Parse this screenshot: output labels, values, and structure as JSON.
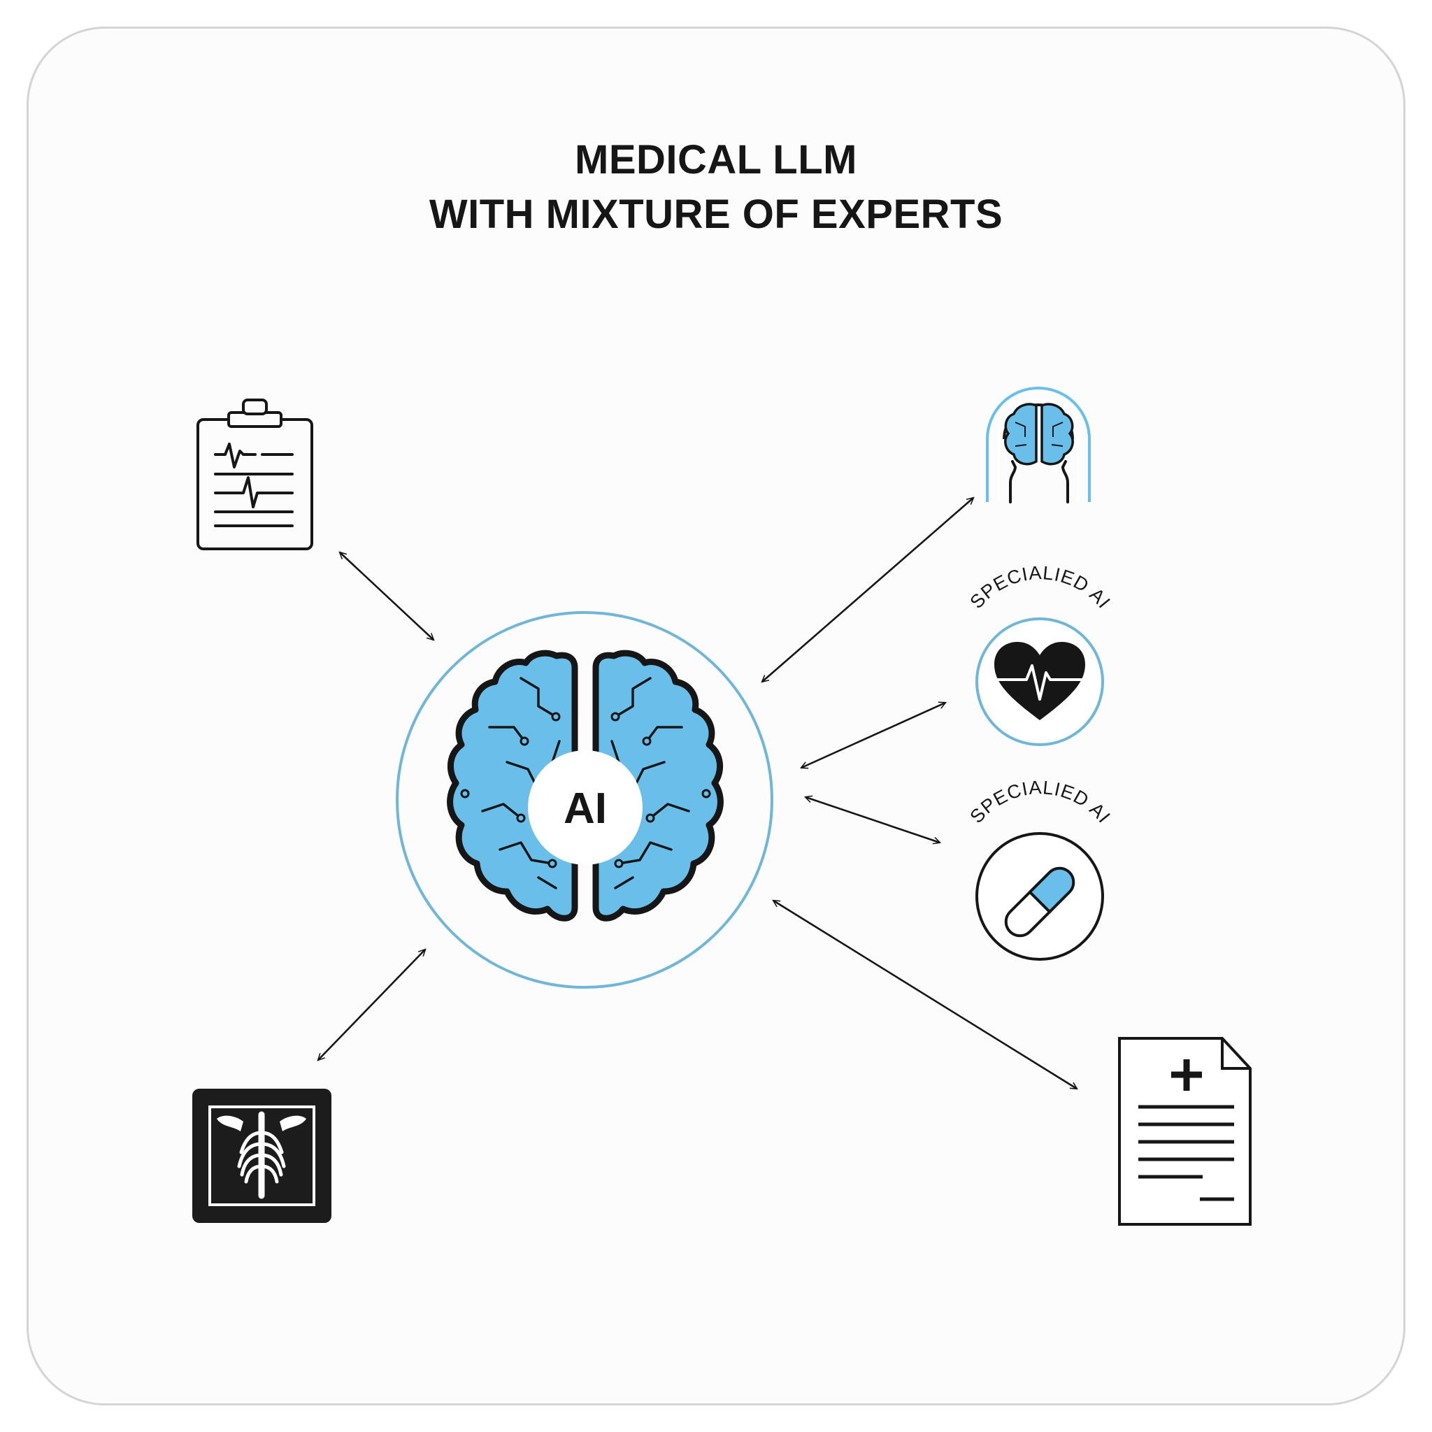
{
  "title": {
    "line1": "MEDICAL LLM",
    "line2": "WITH MIXTURE OF EXPERTS"
  },
  "hub": {
    "label": "AI",
    "icon": "brain-icon"
  },
  "experts": {
    "cardiology_label": "SPECIALIED AI",
    "pharmacology_label": "SPECIALIED AI"
  },
  "icons": {
    "clipboard": "clipboard-ecg-icon",
    "xray": "xray-chest-icon",
    "neuro": "brain-hands-icon",
    "heart": "heart-pulse-icon",
    "pill": "capsule-icon",
    "document": "medical-document-icon"
  },
  "colors": {
    "accent": "#69bfea",
    "ink": "#161616",
    "ring": "#6fb6d8"
  }
}
